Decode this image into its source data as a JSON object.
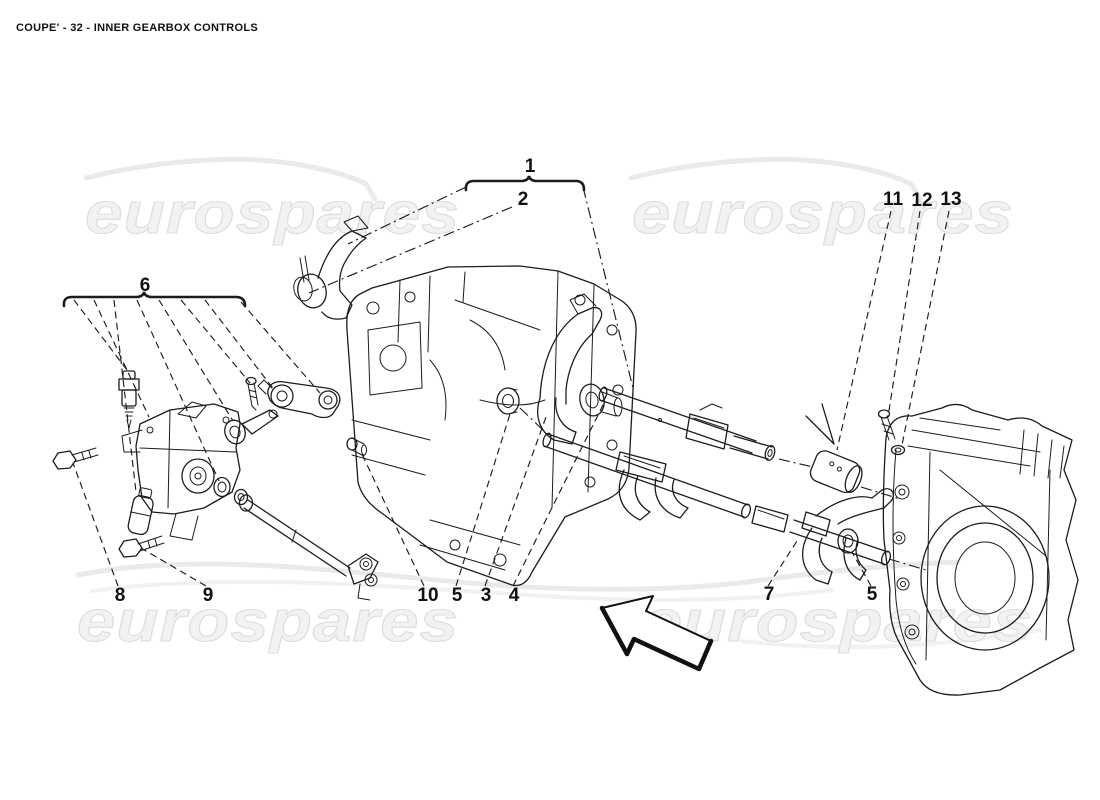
{
  "title": "COUPE' - 32 - INNER GEARBOX CONTROLS",
  "watermark": {
    "text": "eurospares"
  },
  "diagram": {
    "type": "exploded-parts-diagram",
    "subject": "inner gearbox controls",
    "callouts": [
      {
        "label": "1"
      },
      {
        "label": "2"
      },
      {
        "label": "3"
      },
      {
        "label": "4"
      },
      {
        "label": "5"
      },
      {
        "label": "5"
      },
      {
        "label": "6"
      },
      {
        "label": "7"
      },
      {
        "label": "8"
      },
      {
        "label": "9"
      },
      {
        "label": "10"
      },
      {
        "label": "11"
      },
      {
        "label": "12"
      },
      {
        "label": "13"
      }
    ]
  },
  "colors": {
    "line": "#1c1c1c",
    "background": "#ffffff",
    "watermark_fill": "#f2f2f2",
    "watermark_stroke": "#dddddd",
    "swoosh": "#eaeaea"
  }
}
